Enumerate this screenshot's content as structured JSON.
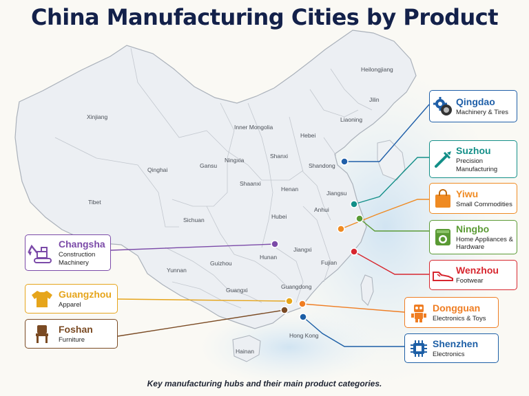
{
  "title": "China Manufacturing Cities by Product",
  "caption": "Key manufacturing hubs and their main product categories.",
  "regions": {
    "heilongjiang": "Heilongjiang",
    "jilin": "Jilin",
    "liaoning": "Liaoning",
    "xinjiang": "Xinjiang",
    "inner_mongolia": "Inner Mongolia",
    "hebei": "Hebei",
    "shanxi": "Shanxi",
    "ningxia": "Ningxia",
    "gansu": "Gansu",
    "qinghai": "Qinghai",
    "shandong": "Shandong",
    "shaanxi": "Shaanxi",
    "henan": "Henan",
    "jiangsu": "Jiangsu",
    "tibet": "Tibet",
    "anhui": "Anhui",
    "sichuan": "Sichuan",
    "hubei": "Hubei",
    "jiangxi": "Jiangxi",
    "hunan": "Hunan",
    "fujian": "Fujian",
    "yunnan": "Yunnan",
    "guizhou": "Guizhou",
    "guangxi": "Guangxi",
    "guangdong": "Guangdong",
    "hong_kong": "Hong Kong",
    "hainan": "Hainan"
  },
  "cities": [
    {
      "id": "qingdao",
      "name": "Qingdao",
      "product": "Machinery & Tires",
      "color": "#1f5fa8",
      "icon": "gear-tire-icon"
    },
    {
      "id": "suzhou",
      "name": "Suzhou",
      "product": "Precision Manufacturing",
      "color": "#138f88",
      "icon": "caliper-icon"
    },
    {
      "id": "yiwu",
      "name": "Yiwu",
      "product": "Small Commodities",
      "color": "#ef8a22",
      "icon": "shopping-bag-icon"
    },
    {
      "id": "ningbo",
      "name": "Ningbo",
      "product": "Home Appliances & Hardware",
      "color": "#5a9a34",
      "icon": "washing-machine-icon"
    },
    {
      "id": "wenzhou",
      "name": "Wenzhou",
      "product": "Footwear",
      "color": "#d7262e",
      "icon": "shoe-icon"
    },
    {
      "id": "dongguan",
      "name": "Dongguan",
      "product": "Electronics & Toys",
      "color": "#ef7d22",
      "icon": "robot-toy-icon"
    },
    {
      "id": "shenzhen",
      "name": "Shenzhen",
      "product": "Electronics",
      "color": "#1d5fa6",
      "icon": "chip-icon"
    },
    {
      "id": "changsha",
      "name": "Changsha",
      "product": "Construction Machinery",
      "color": "#7b4aa8",
      "icon": "excavator-icon"
    },
    {
      "id": "guangzhou",
      "name": "Guangzhou",
      "product": "Apparel",
      "color": "#e6a51b",
      "icon": "tshirt-icon"
    },
    {
      "id": "foshan",
      "name": "Foshan",
      "product": "Furniture",
      "color": "#7a4a23",
      "icon": "chair-icon"
    }
  ]
}
